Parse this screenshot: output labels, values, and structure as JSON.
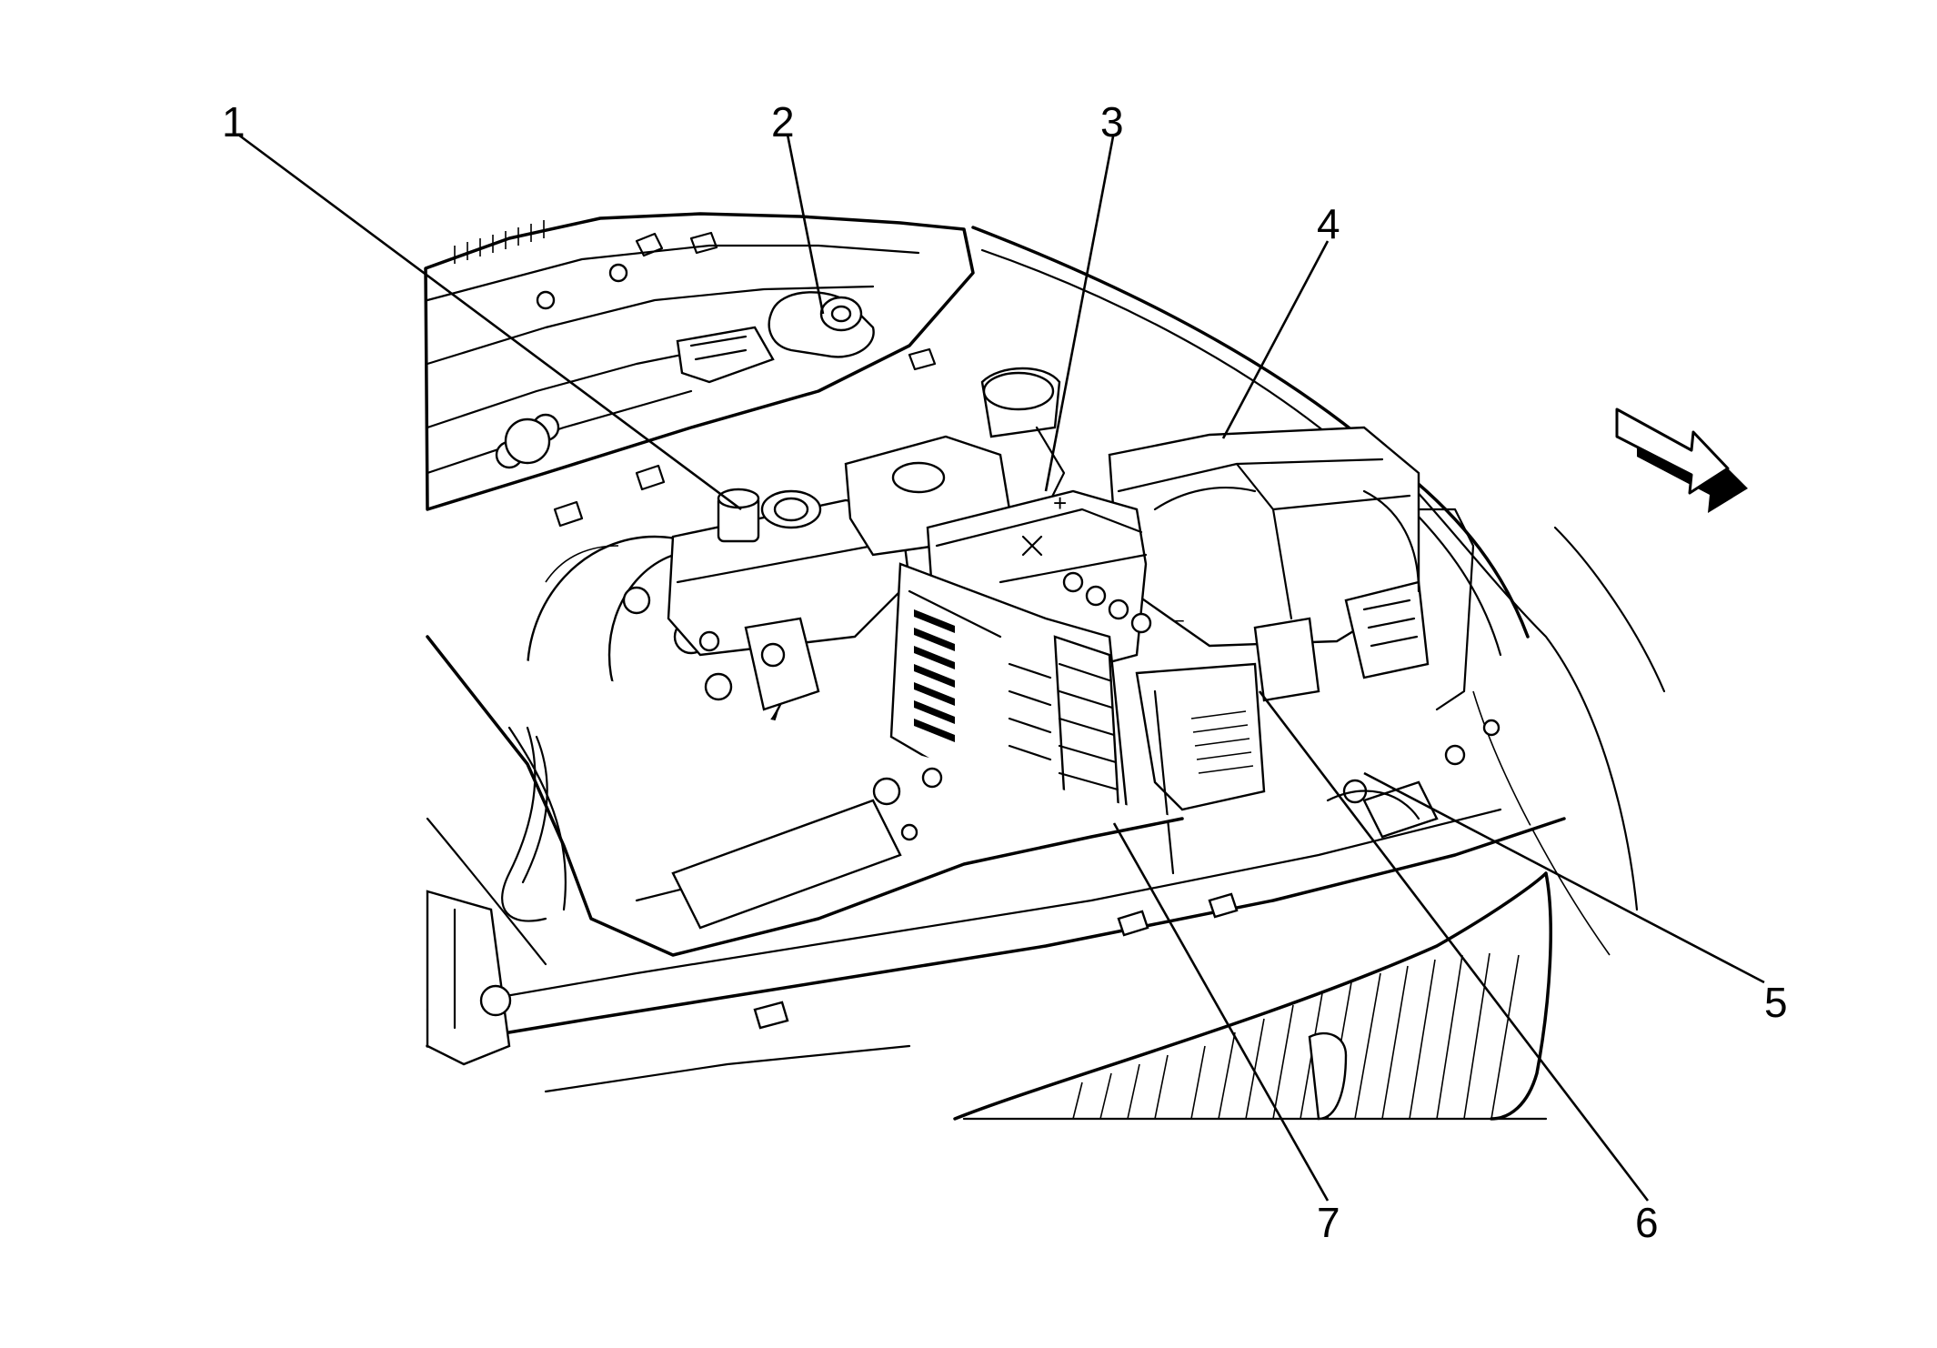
{
  "callouts": [
    {
      "id": "1",
      "label": "1"
    },
    {
      "id": "2",
      "label": "2"
    },
    {
      "id": "3",
      "label": "3"
    },
    {
      "id": "4",
      "label": "4"
    },
    {
      "id": "5",
      "label": "5"
    },
    {
      "id": "6",
      "label": "6"
    },
    {
      "id": "7",
      "label": "7"
    }
  ],
  "battery": {
    "plus_symbol": "+",
    "minus_symbol": "−"
  },
  "icons": {
    "direction_arrow": "front-of-vehicle-arrow-icon"
  },
  "colors": {
    "line": "#000000",
    "background": "#ffffff"
  }
}
